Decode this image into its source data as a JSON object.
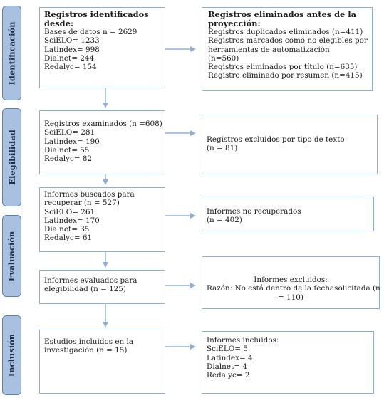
{
  "phases": {
    "identificacion": "Identificación",
    "elegibilidad": "Elegibilidad",
    "evaluacion": "Evaluación",
    "inclusion": "Inclusión"
  },
  "identified": {
    "title1": "Registros identificados",
    "title2": "desde:",
    "lines": [
      "Bases de datos n = 2629",
      "SciELO= 1233",
      "Latindex= 998",
      "Dialnet= 244",
      "Redalyc= 154"
    ]
  },
  "removed": {
    "title1": "Registros eliminados antes de la",
    "title2": "proyección:",
    "lines": [
      "Registros duplicados eliminados (n=411)",
      "Registros marcados como no elegibles por",
      "herramientas de automatización",
      "(n=560)",
      "Registros eliminados por título (n=635)",
      "Registro eliminado por resumen (n=415)"
    ]
  },
  "screened": {
    "lines": [
      "Registros examinados (n =608)",
      "SciELO= 281",
      "Latindex= 190",
      "Dialnet= 55",
      "Redalyc= 82"
    ]
  },
  "excluded_type": {
    "lines": [
      "Registros excluidos por tipo de texto",
      "(n = 81)"
    ]
  },
  "sought": {
    "lines": [
      "Informes buscados para",
      "recuperar (n = 527)",
      "SciELO= 261",
      "Latindex= 170",
      "Dialnet= 35",
      "Redalyc= 61"
    ]
  },
  "not_retrieved": {
    "lines": [
      "Informes no recuperados",
      "(n = 402)"
    ]
  },
  "assessed": {
    "lines": [
      "Informes evaluados para",
      "elegibilidad (n = 125)"
    ]
  },
  "reports_excluded": {
    "lines": [
      "Informes excluidos:",
      "Razón: No está dentro de la fechasolicitada (n",
      "= 110)"
    ]
  },
  "included_studies": {
    "lines": [
      "Estudios incluidos en la",
      "investigación (n = 15)"
    ]
  },
  "included_reports": {
    "lines": [
      "Informes incluidos:",
      "SciELO= 5",
      "Latindex= 4",
      "Dialnet= 4",
      "Redalyc= 2"
    ]
  },
  "colors": {
    "phase_fill": "#a9c1e1",
    "box_border": "#8fb0d6",
    "arrow": "#8fb0d6"
  }
}
